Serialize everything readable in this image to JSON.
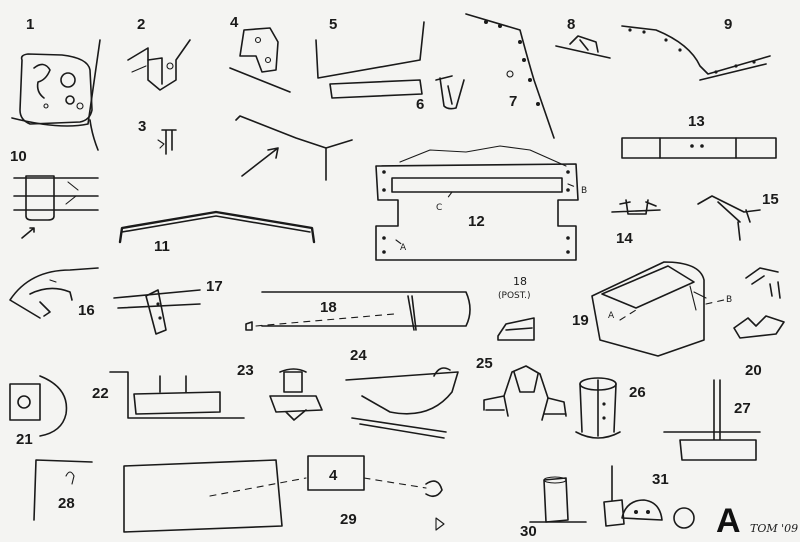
{
  "labels": {
    "n1": "1",
    "n2": "2",
    "n3": "3",
    "n4": "4",
    "n5": "5",
    "n6": "6",
    "n7": "7",
    "n8": "8",
    "n9": "9",
    "n10": "10",
    "n11": "11",
    "n12": "12",
    "n13": "13",
    "n14": "14",
    "n15": "15",
    "n16": "16",
    "n17": "17",
    "n18": "18",
    "n18b": "18",
    "post": "(POST.)",
    "n19": "19",
    "n20": "20",
    "n21": "21",
    "n22": "22",
    "n23": "23",
    "n24": "24",
    "n25": "25",
    "n26": "26",
    "n27": "27",
    "n28": "28",
    "n29": "29",
    "n30": "30",
    "n31": "31",
    "box4": "4"
  },
  "callouts": {
    "p12_a": "A",
    "p12_b": "B",
    "p12_c": "C",
    "p19_a": "A",
    "p19_b": "B"
  },
  "sheet": {
    "letter": "A",
    "signature": "TOM '09"
  }
}
